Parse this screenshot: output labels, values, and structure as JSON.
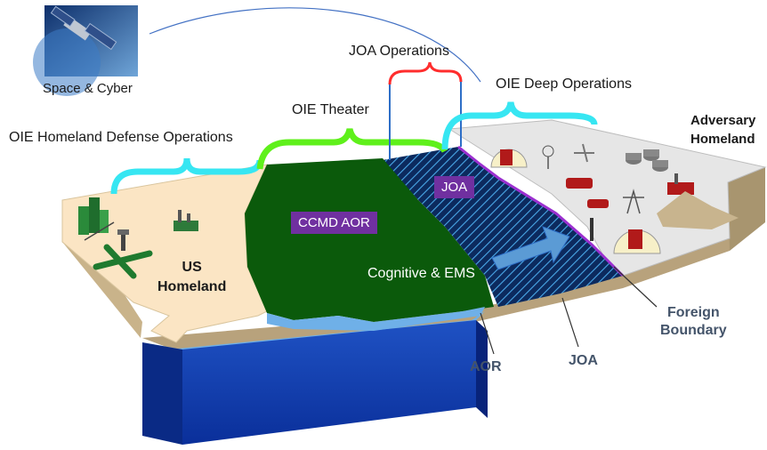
{
  "labels": {
    "space_cyber": "Space & Cyber",
    "joa_operations": "JOA Operations",
    "oie_deep_operations": "OIE Deep Operations",
    "oie_theater": "OIE Theater",
    "oie_homeland_defense": "OIE Homeland Defense Operations",
    "adversary_homeland_line1": "Adversary",
    "adversary_homeland_line2": "Homeland",
    "joa_tag": "JOA",
    "ccmd_aor_tag": "CCMD AOR",
    "us_homeland_line1": "US",
    "us_homeland_line2": "Homeland",
    "cognitive_ems": "Cognitive & EMS",
    "foreign_boundary_line1": "Foreign",
    "foreign_boundary_line2": "Boundary",
    "aor_callout": "AOR",
    "joa_callout": "JOA"
  },
  "colors": {
    "us_homeland": "#fbe5c4",
    "ccmd_aor": "#0b5a0b",
    "joa_hatch_bg": "#0c2a5e",
    "joa_hatch_line": "#4aa8e8",
    "adversary_land": "#e6e6e6",
    "ocean": "#0033a0",
    "land_side": "#b8a27c",
    "bracket_homeland": "#37e6f2",
    "bracket_theater": "#5ff01b",
    "bracket_joa": "#ff2d2d",
    "bracket_deep": "#37e6f2",
    "foreign_boundary": "#9b30d0",
    "tag_purple": "#7030a0",
    "arrow": "#5b9bd5"
  }
}
